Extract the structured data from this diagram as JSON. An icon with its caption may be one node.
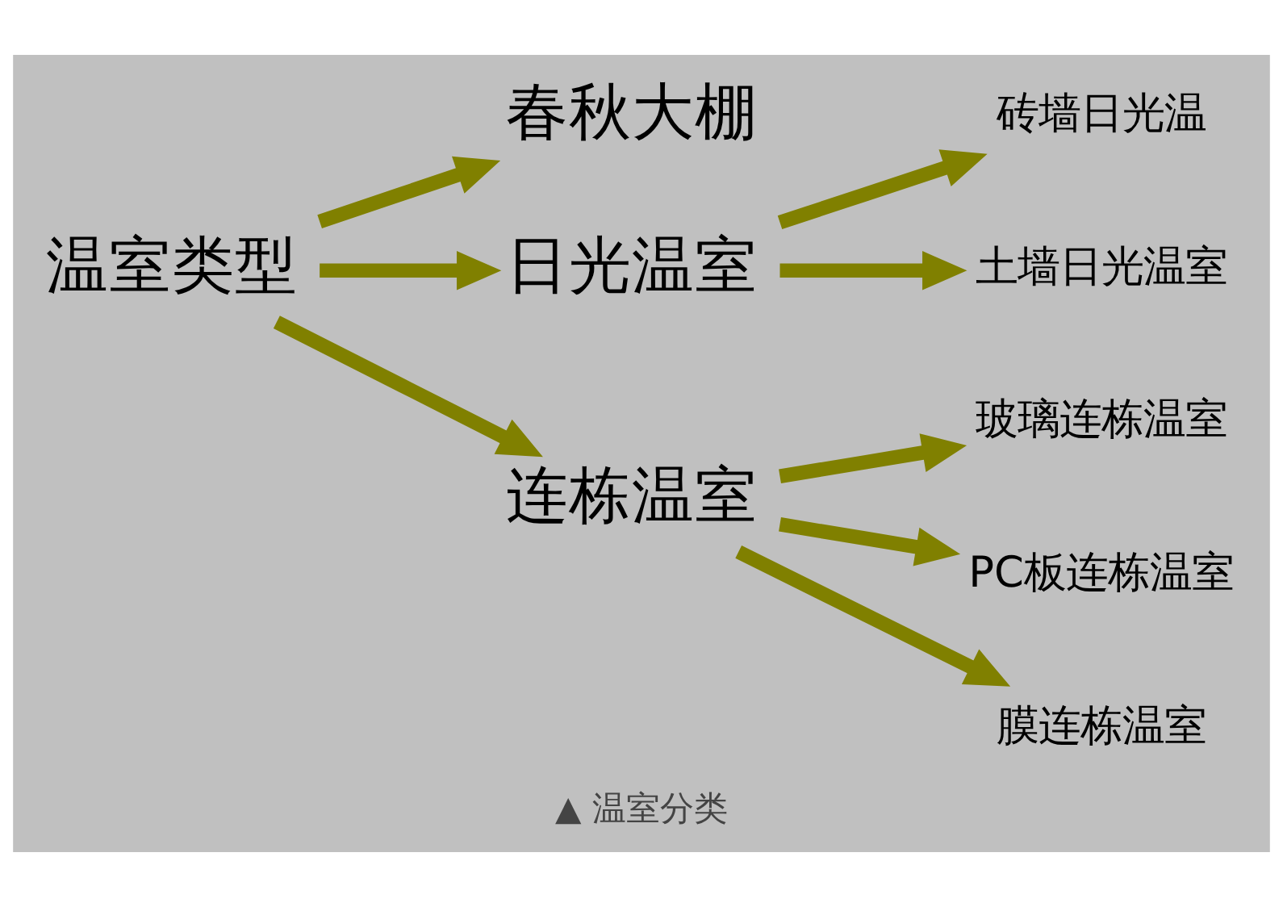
{
  "diagram": {
    "caption": "▲ 温室分类",
    "nodes": [
      {
        "text": [
          "温室类型"
        ]
      },
      {
        "text": [
          "春秋大棚"
        ]
      },
      {
        "text": [
          "日光温室"
        ]
      },
      {
        "text": [
          "连栋温室"
        ]
      },
      {
        "text": [
          "砖墙日光温"
        ]
      },
      {
        "text": [
          "土墙日光温室"
        ]
      },
      {
        "text": [
          "玻璃连栋温室"
        ]
      },
      {
        "text": [
          "PC板连栋温室"
        ]
      },
      {
        "text": [
          "膜连栋温室"
        ]
      }
    ],
    "edges": [
      {
        "from": 0,
        "to": 1,
        "arrow": "to"
      },
      {
        "from": 0,
        "to": 2,
        "arrow": "to"
      },
      {
        "from": 0,
        "to": 3,
        "arrow": "to"
      },
      {
        "from": 2,
        "to": 4,
        "arrow": "to"
      },
      {
        "from": 2,
        "to": 5,
        "arrow": "to"
      },
      {
        "from": 3,
        "to": 6,
        "arrow": "to"
      },
      {
        "from": 3,
        "to": 7,
        "arrow": "to"
      },
      {
        "from": 3,
        "to": 8,
        "arrow": "to"
      }
    ]
  }
}
